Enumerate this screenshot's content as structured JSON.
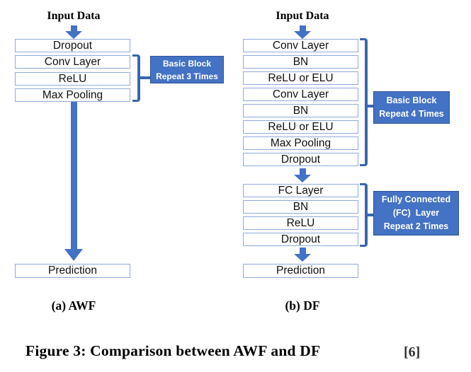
{
  "colors": {
    "accent_fill": "#4472c4",
    "accent_dark": "#2f5597",
    "box_border": "#8faadc",
    "bracket": "#3a66b0"
  },
  "awf": {
    "input_label": "Input Data",
    "layers": [
      "Dropout",
      "Conv Layer",
      "ReLU",
      "Max Pooling"
    ],
    "repeat_label": {
      "line1": "Basic Block",
      "line2": "Repeat 3 Times"
    },
    "output_layer": "Prediction",
    "caption": "(a) AWF"
  },
  "df": {
    "input_label": "Input Data",
    "layers": [
      "Conv Layer",
      "BN",
      "ReLU or ELU",
      "Conv Layer",
      "BN",
      "ReLU or ELU",
      "Max Pooling",
      "Dropout"
    ],
    "repeat_label": {
      "line1": "Basic Block",
      "line2": "Repeat 4 Times"
    },
    "fc_layers": [
      "FC Layer",
      "BN",
      "ReLU",
      "Dropout"
    ],
    "fc_repeat_label": {
      "line1": "Fully Connected",
      "line2": "(FC)  Layer",
      "line3": "Repeat 2 Times"
    },
    "output_layer": "Prediction",
    "caption": "(b) DF"
  },
  "figure_caption": "Figure 3: Comparison between AWF and DF",
  "citation_fragment": "[6]"
}
